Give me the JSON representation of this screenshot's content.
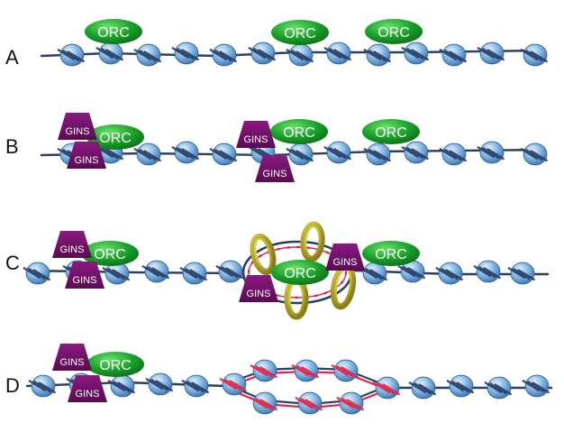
{
  "panels": [
    {
      "label": "A",
      "orc": [
        "ORC",
        "ORC",
        "ORC"
      ]
    },
    {
      "label": "B",
      "orc": [
        "ORC",
        "ORC",
        "ORC"
      ],
      "gins": [
        "GINS",
        "GINS",
        "GINS",
        "GINS"
      ]
    },
    {
      "label": "C",
      "orc": [
        "ORC",
        "ORC",
        "ORC"
      ],
      "gins": [
        "GINS",
        "GINS",
        "GINS",
        "GINS"
      ]
    },
    {
      "label": "D",
      "orc": [
        "ORC"
      ],
      "gins": [
        "GINS",
        "GINS"
      ]
    }
  ],
  "colors": {
    "orc": "#1aa22a",
    "gins": "#6b0f63",
    "nucleosome": "#8fc0e8",
    "dna": "#2b3f66",
    "new_strand": "#e2264a",
    "mcm_ring": "#c8bd3a"
  }
}
